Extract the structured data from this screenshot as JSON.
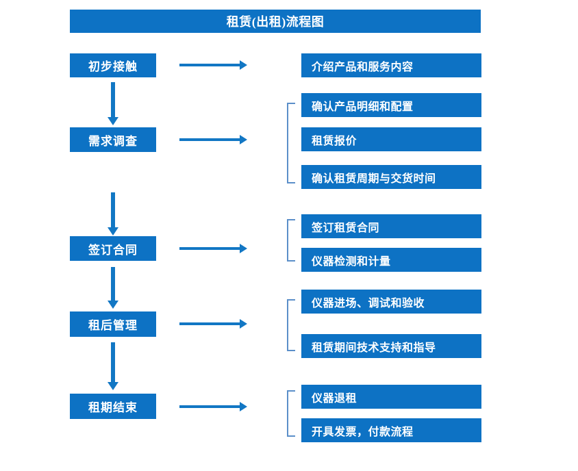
{
  "diagram": {
    "title": "租赁(出租)流程图",
    "colors": {
      "box_fill": "#0d72c4",
      "box_text": "#ffffff",
      "arrow": "#1277c4",
      "bracket": "#5b8fc9",
      "background": "#ffffff"
    },
    "stages": [
      {
        "label": "初步接触",
        "details": [
          "介绍产品和服务内容"
        ],
        "bracketed": false
      },
      {
        "label": "需求调查",
        "details": [
          "确认产品明细和配置",
          "租赁报价",
          "确认租赁周期与交货时间"
        ],
        "bracketed": true
      },
      {
        "label": "签订合同",
        "details": [
          "签订租赁合同",
          "仪器检测和计量"
        ],
        "bracketed": true
      },
      {
        "label": "租后管理",
        "details": [
          "仪器进场、调试和验收",
          "租赁期间技术支持和指导"
        ],
        "bracketed": true
      },
      {
        "label": "租期结束",
        "details": [
          "仪器退租",
          "开具发票，付款流程"
        ],
        "bracketed": true
      }
    ]
  }
}
